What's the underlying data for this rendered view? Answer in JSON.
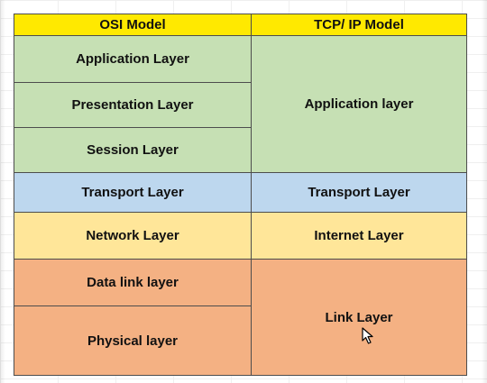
{
  "headers": {
    "osi": "OSI Model",
    "tcpip": "TCP/ IP Model"
  },
  "osi_layers": [
    "Application Layer",
    "Presentation Layer",
    "Session Layer",
    "Transport Layer",
    "Network Layer",
    "Data link layer",
    "Physical layer"
  ],
  "tcpip_layers": [
    "Application layer",
    "Transport Layer",
    "Internet Layer",
    "Link Layer"
  ],
  "colors": {
    "header": "#ffe900",
    "application": "#c6e0b4",
    "transport": "#bdd7ee",
    "network": "#ffe699",
    "link": "#f4b183"
  }
}
